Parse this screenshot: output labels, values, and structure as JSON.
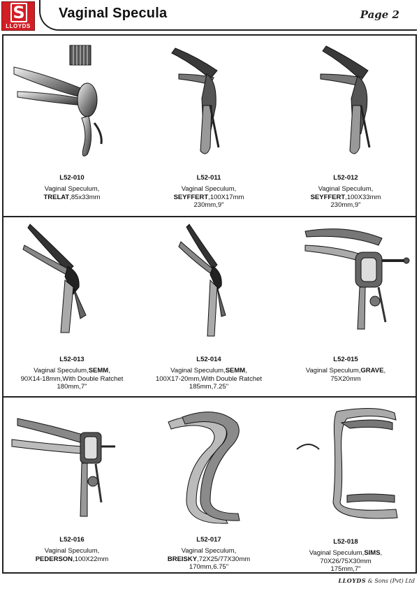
{
  "brand": {
    "logo_letter": "S",
    "logo_text": "LLOYDS",
    "color_red": "#d11f25"
  },
  "header": {
    "title": "Vaginal Specula",
    "page": "Page 2"
  },
  "products": [
    {
      "code": "L52-010",
      "line1": "Vaginal Speculum,",
      "name": "TRELAT",
      "spec": ",85x33mm",
      "line3": "",
      "icon": "trelat-speculum-icon"
    },
    {
      "code": "L52-011",
      "line1": "Vaginal Speculum,",
      "name": "SEYFFERT",
      "spec": ",100X17mm",
      "line3": "230mm,9\"",
      "icon": "seyffert-speculum-icon"
    },
    {
      "code": "L52-012",
      "line1": "Vaginal Speculum,",
      "name": "SEYFFERT",
      "spec": ",100X33mm",
      "line3": "230mm,9\"",
      "icon": "seyffert-speculum-wide-icon"
    },
    {
      "code": "L52-013",
      "line1pre": "Vaginal Speculum,",
      "name": "SEMM",
      "line1post": ",",
      "line2": "90X14-18mm,With Double Ratchet",
      "line3": "180mm,7\"",
      "icon": "semm-speculum-icon"
    },
    {
      "code": "L52-014",
      "line1pre": "Vaginal Speculum,",
      "name": "SEMM",
      "line1post": ",",
      "line2": "100X17-20mm,With Double Ratchet",
      "line3": "185mm,7.25\"",
      "icon": "semm-speculum-long-icon"
    },
    {
      "code": "L52-015",
      "line1pre": "Vaginal Speculum,",
      "name": "GRAVE",
      "line1post": ",",
      "line2": "75X20mm",
      "line3": "",
      "icon": "grave-speculum-icon"
    },
    {
      "code": "L52-016",
      "line1": "Vaginal Speculum,",
      "name": "PEDERSON",
      "spec": ",100X22mm",
      "line3": "",
      "icon": "pederson-speculum-icon"
    },
    {
      "code": "L52-017",
      "line1": "Vaginal Speculum,",
      "name": "BREISKY",
      "spec": ",72X25/77X30mm",
      "line3": "170mm,6.75\"",
      "icon": "breisky-speculum-icon"
    },
    {
      "code": "L52-018",
      "line1pre": "Vaginal Speculum,",
      "name": "SIMS",
      "line1post": ",",
      "line2": "70X26/75X30mm",
      "line3": "175mm,7\"",
      "icon": "sims-speculum-icon"
    }
  ],
  "footer": {
    "brand": "LLOYDS",
    "rest": " & Sons (Pvt) Ltd"
  }
}
